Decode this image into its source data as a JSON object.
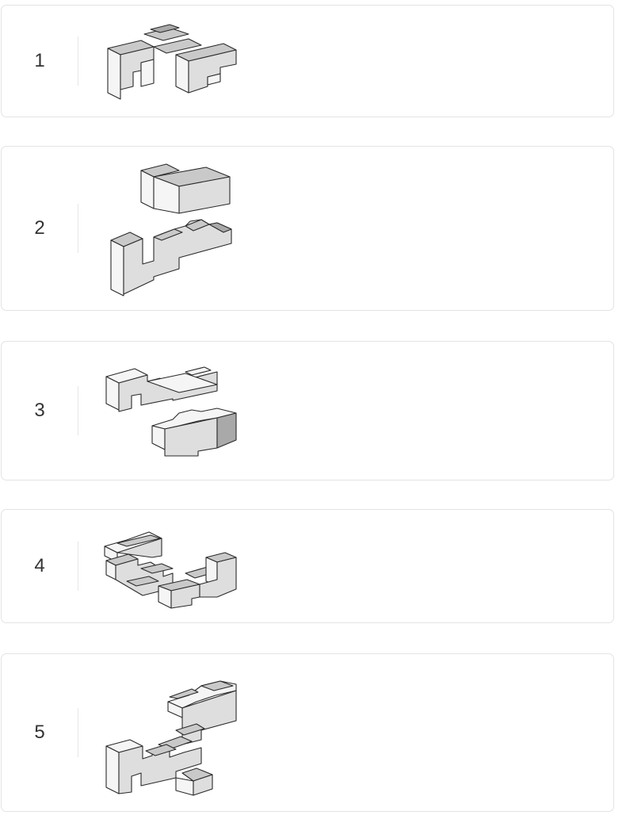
{
  "options": [
    {
      "number": "1",
      "figure": "block-puzzle-figure"
    },
    {
      "number": "2",
      "figure": "block-puzzle-figure"
    },
    {
      "number": "3",
      "figure": "block-puzzle-figure"
    },
    {
      "number": "4",
      "figure": "block-puzzle-figure"
    },
    {
      "number": "5",
      "figure": "block-puzzle-figure"
    }
  ]
}
